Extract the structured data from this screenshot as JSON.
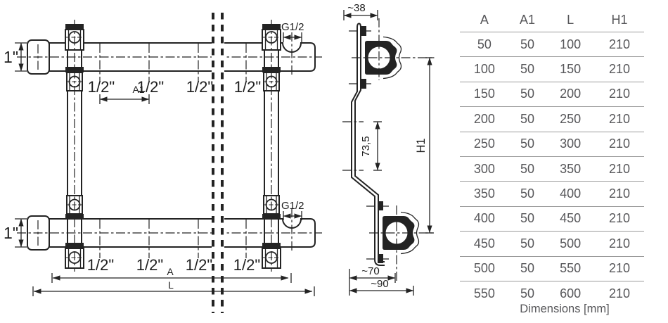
{
  "drawing": {
    "front_view": {
      "pipe_size_label": "1\"",
      "outlet_size_label": "1/2\"",
      "outlet_spacing_label": "A1",
      "length_a_label": "A",
      "length_l_label": "L",
      "end_port_label": "G1/2"
    },
    "side_view": {
      "depth_label": "~38",
      "offset_label": "73,5",
      "height_label": "H1",
      "width_70_label": "~70",
      "width_90_label": "~90"
    }
  },
  "dims_table": {
    "headers": [
      "A",
      "A1",
      "L",
      "H1"
    ],
    "rows": [
      [
        50,
        50,
        100,
        210
      ],
      [
        100,
        50,
        150,
        210
      ],
      [
        150,
        50,
        200,
        210
      ],
      [
        200,
        50,
        250,
        210
      ],
      [
        250,
        50,
        300,
        210
      ],
      [
        300,
        50,
        350,
        210
      ],
      [
        350,
        50,
        400,
        210
      ],
      [
        400,
        50,
        450,
        210
      ],
      [
        450,
        50,
        500,
        210
      ],
      [
        500,
        50,
        550,
        210
      ],
      [
        550,
        50,
        600,
        210
      ]
    ],
    "caption": "Dimensions [mm]"
  },
  "colors": {
    "line": "#232323",
    "table_text": "#57575a",
    "table_divider": "#9b9b9b",
    "background": "#ffffff"
  }
}
